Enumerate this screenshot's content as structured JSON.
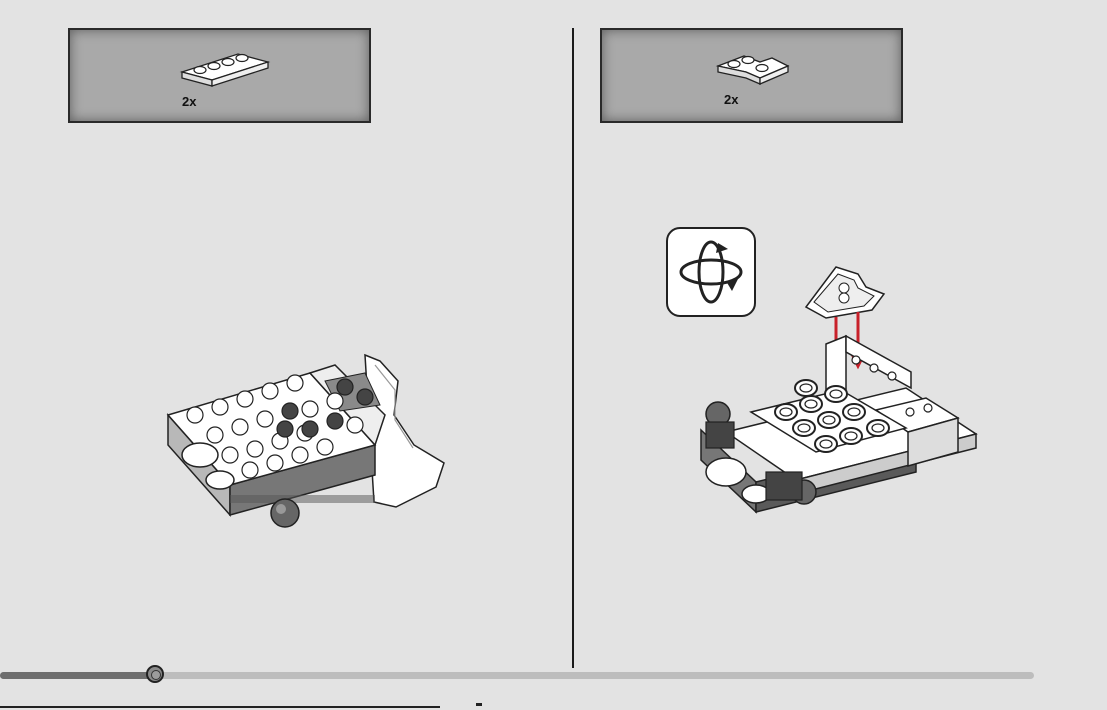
{
  "steps": [
    {
      "callout": {
        "quantity": "2x",
        "part_icon": "plate-1x4-white-icon"
      },
      "model_icon": "vehicle-chassis-icon"
    },
    {
      "callout": {
        "quantity": "2x",
        "part_icon": "plate-corner-2x2-white-icon"
      },
      "model_icon": "vehicle-chassis-assembly-icon",
      "rotate_icon": "rotate-model-icon"
    }
  ],
  "progress": {
    "fraction": 0.15
  },
  "colors": {
    "background": "#e3e3e3",
    "callout": "#a9a9a9",
    "arrow": "#c8202a"
  }
}
